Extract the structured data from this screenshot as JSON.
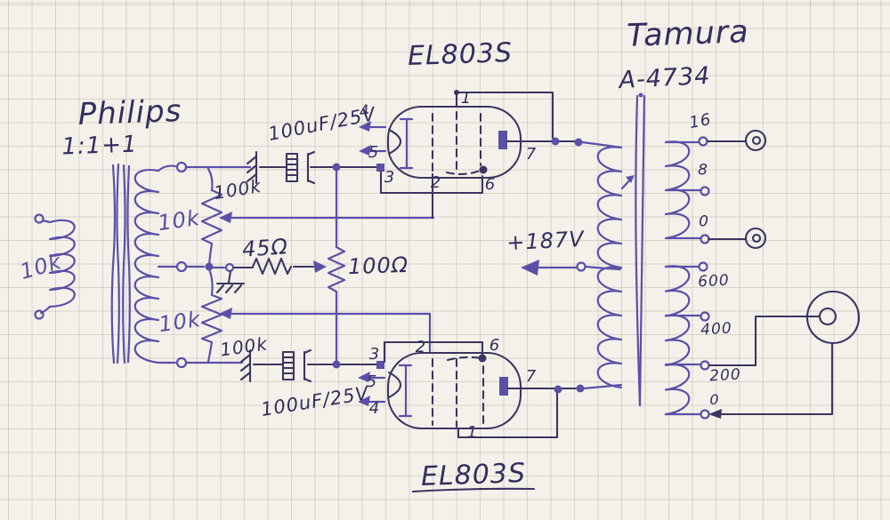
{
  "colors": {
    "paper": "#f4f1ea",
    "grid_line": "#9a9080",
    "ink_dark": "#3b3560",
    "ink_purple": "#5a50a8"
  },
  "input_transformer": {
    "brand": "Philips",
    "ratio": "1:1+1",
    "primary_impedance": "10k",
    "upper_pot_value": "10k",
    "lower_pot_value": "10k",
    "upper_grid_resistor": "100k",
    "lower_grid_resistor": "100k"
  },
  "components": {
    "hum_balance_resistor": "45Ω",
    "cathode_resistor": "100Ω",
    "top_cathode_cap": "100uF/25V",
    "bottom_cathode_cap": "100uF/25V",
    "supply_voltage": "+187V"
  },
  "tubes": {
    "top": {
      "model": "EL803S",
      "pins": {
        "p1": "1",
        "p2": "2",
        "p3": "3",
        "p4": "4",
        "p5": "5",
        "p6": "6",
        "p7": "7"
      }
    },
    "bottom": {
      "model": "EL803S",
      "pins": {
        "p1": "1",
        "p2": "2",
        "p3": "3",
        "p4": "4",
        "p5": "5",
        "p6": "6",
        "p7": "7"
      }
    }
  },
  "output_transformer": {
    "brand": "Tamura",
    "model": "A-4734",
    "speaker_taps": {
      "t16": "16",
      "t8": "8",
      "t0": "0"
    },
    "line_taps": {
      "t600": "600",
      "t400": "400",
      "t200": "200",
      "t0": "0"
    }
  }
}
